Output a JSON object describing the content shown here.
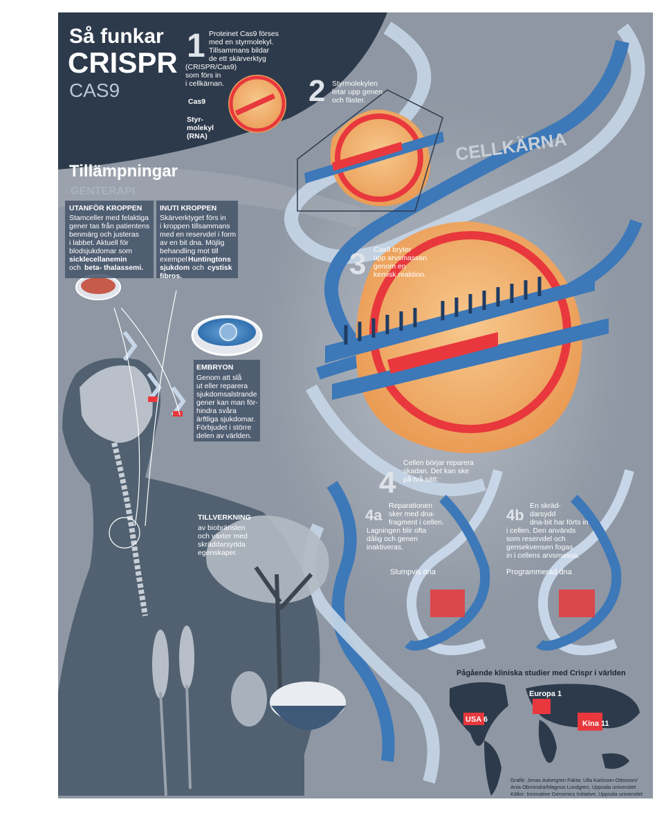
{
  "header": {
    "title_line1": "Så funkar",
    "title_line2": "CRISPR",
    "title_line3": "CAS9"
  },
  "nucleus_label": "CELLKÄRNA",
  "steps": {
    "s1": {
      "number": "1",
      "lines": [
        "Proteinet Cas9 förses",
        "med en styrmolekyl.",
        "Tillsammans bildar",
        "de ett skärverktyg",
        "(CRISPR/Cas9)",
        "som förs in",
        "i cellkärnan."
      ]
    },
    "s2": {
      "number": "2",
      "lines": [
        "Styrmolekylen",
        "letar upp genen",
        "och fäster."
      ]
    },
    "s3": {
      "number": "3",
      "lines": [
        "Cas9 bryter",
        "upp arvsmassan",
        "genom en",
        "kemisk reaktion."
      ]
    },
    "s4": {
      "number": "4",
      "lines": [
        "Cellen börjar reparera",
        "skadan. Det kan ske",
        "på två sätt:"
      ]
    },
    "s4a": {
      "number": "4a",
      "lines": [
        "Reparationen",
        "sker med dna-",
        "fragment i cellen.",
        "Lagningen blir ofta",
        "dålig och genen",
        "inaktiveras."
      ]
    },
    "s4b": {
      "number": "4b",
      "lines": [
        "En skräd-",
        "darsydd",
        "dna-bit har förts in",
        "i cellen. Den används",
        "som reservdel och",
        "gensekvensen fogas",
        "in i cellens arvsmassa."
      ]
    }
  },
  "labels": {
    "cas9": "Cas9",
    "guide": [
      "Styr-",
      "molekyl",
      "(RNA)"
    ],
    "random_dna": "Slumpvis dna",
    "programmed_dna": "Programmerad dna"
  },
  "applications": {
    "title": "Tillämpningar",
    "subtitle": "GENTERAPI",
    "outside": {
      "heading": "UTANFÖR KROPPEN",
      "lines": [
        "Stamceller med felaktiga",
        "gener tas från patientens",
        "benmärg och justeras",
        "i labbet. Aktuell för",
        "blodsjukdomar som"
      ],
      "bold1": "sicklecellanemin",
      "mid": "och",
      "bold2": "beta- thalassemi."
    },
    "inside": {
      "heading": "INUTI KROPPEN",
      "lines": [
        "Skärverktyget förs in",
        "i kroppen tillsammans",
        "med en reservdel i form",
        "av en bit dna. Möjlig",
        "behandling mot till"
      ],
      "example": "exempel",
      "bold1": "Huntingtons",
      "bold2": "sjukdom",
      "mid": "och",
      "bold3": "cystisk",
      "bold4": "fibros."
    },
    "embryo": {
      "heading": "EMBRYON",
      "lines": [
        "Genom att slå",
        "ut eller reparera",
        "sjukdomsalstrande",
        "gener kan man för-",
        "hindra svåra",
        "ärftliga sjukdomar.",
        "Förbjudet i större",
        "delen av världen."
      ]
    },
    "manufacturing": {
      "heading": "TILLVERKNING",
      "lines": [
        "av biobränslen",
        "och växter med",
        "skräddarsydda",
        "egenskaper."
      ]
    }
  },
  "map": {
    "title": "Pågående kliniska studier med Crispr i världen",
    "europe": "Europa 1",
    "usa": "USA 6",
    "china": "Kina 11"
  },
  "credits": {
    "line1": "Grafik: Jonas Askergren   Fakta: Ulla Karlsson-Ottosson/",
    "line2": "Ania Obminska/Magnus Lundgren, Uppsala universitet",
    "line3": "Källor: Innovative Genomics Initiative, Uppsala universitet"
  },
  "colors": {
    "background": "#8e97a3",
    "panel_dark": "#2d3a4b",
    "dna_blue": "#3d78b8",
    "dna_light": "#c7d6e8",
    "nucleus_orange": "#f0a860",
    "cut_red": "#e8383d"
  }
}
